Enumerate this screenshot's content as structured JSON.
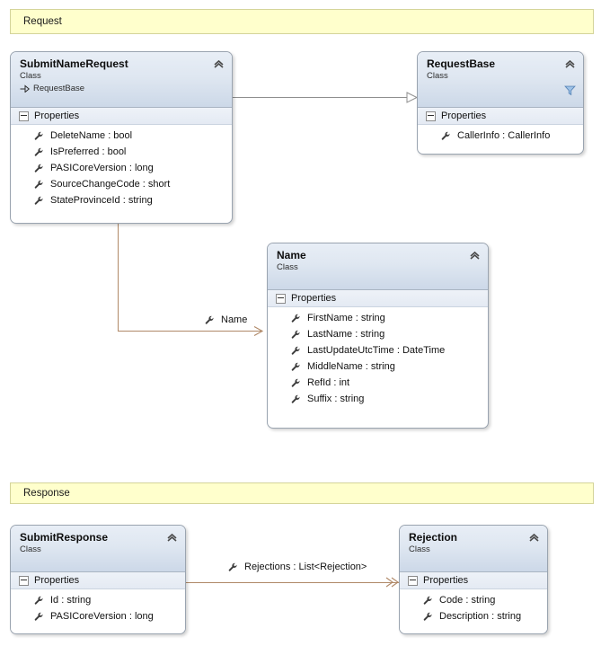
{
  "diagram": {
    "type": "uml-class-diagram",
    "sections": [
      {
        "id": "request",
        "label": "Request"
      },
      {
        "id": "response",
        "label": "Response"
      }
    ],
    "classes": [
      {
        "id": "submit-name-request",
        "name": "SubmitNameRequest",
        "kind": "Class",
        "base": "RequestBase",
        "compartment": "Properties",
        "members": [
          "DeleteName : bool",
          "IsPreferred : bool",
          "PASICoreVersion : long",
          "SourceChangeCode : short",
          "StateProvinceId : string"
        ]
      },
      {
        "id": "request-base",
        "name": "RequestBase",
        "kind": "Class",
        "base": "",
        "compartment": "Properties",
        "members": [
          "CallerInfo : CallerInfo"
        ]
      },
      {
        "id": "name",
        "name": "Name",
        "kind": "Class",
        "base": "",
        "compartment": "Properties",
        "members": [
          "FirstName : string",
          "LastName : string",
          "LastUpdateUtcTime : DateTime",
          "MiddleName : string",
          "RefId : int",
          "Suffix : string"
        ]
      },
      {
        "id": "submit-response",
        "name": "SubmitResponse",
        "kind": "Class",
        "base": "",
        "compartment": "Properties",
        "members": [
          "Id : string",
          "PASICoreVersion : long"
        ]
      },
      {
        "id": "rejection",
        "name": "Rejection",
        "kind": "Class",
        "base": "",
        "compartment": "Properties",
        "members": [
          "Code : string",
          "Description : string"
        ]
      }
    ],
    "associations": [
      {
        "id": "name-assoc",
        "label": "Name"
      },
      {
        "id": "rejections-assoc",
        "label": "Rejections : List<Rejection>"
      }
    ],
    "colors": {
      "banner_fill": "#ffffcc",
      "banner_border": "#d4d49a",
      "class_border": "#9aa4b0",
      "header_gradient_top": "#e8eef6",
      "header_gradient_bottom": "#ccd8e8",
      "association_line": "#b08968",
      "inheritance_line": "#8f8f8f",
      "filter_icon": "#7ba7d7"
    }
  }
}
